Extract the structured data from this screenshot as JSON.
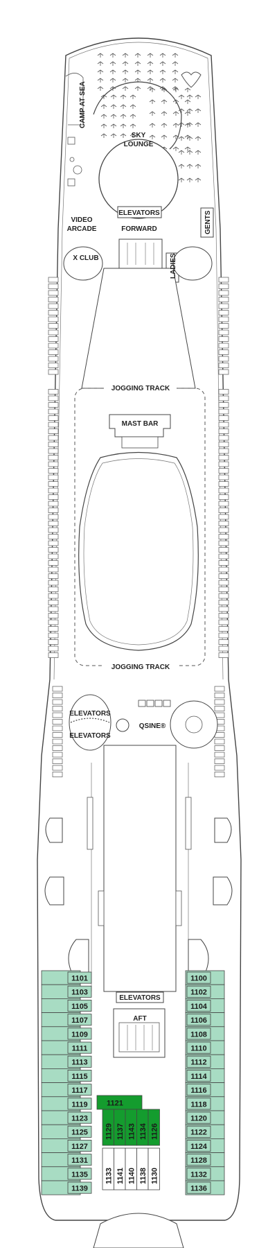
{
  "deck_plan": {
    "labels": {
      "camp_at_sea": "CAMP AT SEA",
      "sky_lounge_1": "SKY",
      "sky_lounge_2": "LOUNGE",
      "elevators_forward": "ELEVATORS",
      "forward": "FORWARD",
      "video_arcade_1": "VIDEO",
      "video_arcade_2": "ARCADE",
      "x_club": "X CLUB",
      "ladies": "LADIES",
      "gents": "GENTS",
      "jogging_track_top": "JOGGING TRACK",
      "mast_bar": "MAST BAR",
      "jogging_track_bottom": "JOGGING TRACK",
      "elevators_mid_1": "ELEVATORS",
      "elevators_mid_2": "ELEVATORS",
      "qsine": "QSINE®",
      "elevators_aft": "ELEVATORS",
      "aft": "AFT"
    },
    "colors": {
      "standard_cabin": "#a8dcc3",
      "highlight_cabin": "#149c2e",
      "outline": "#444444"
    },
    "port_cabins": [
      "1101",
      "1103",
      "1105",
      "1107",
      "1109",
      "1111",
      "1113",
      "1115",
      "1117",
      "1119",
      "1123",
      "1125",
      "1127",
      "1131",
      "1135",
      "1139"
    ],
    "starboard_cabins": [
      "1100",
      "1102",
      "1104",
      "1106",
      "1108",
      "1110",
      "1112",
      "1114",
      "1116",
      "1118",
      "1120",
      "1122",
      "1124",
      "1128",
      "1132",
      "1136"
    ],
    "highlight_top": "1121",
    "highlight_cabins": [
      "1129",
      "1137",
      "1143",
      "1134",
      "1126"
    ],
    "inner_cabins": [
      "1133",
      "1141",
      "1140",
      "1138",
      "1130"
    ]
  }
}
